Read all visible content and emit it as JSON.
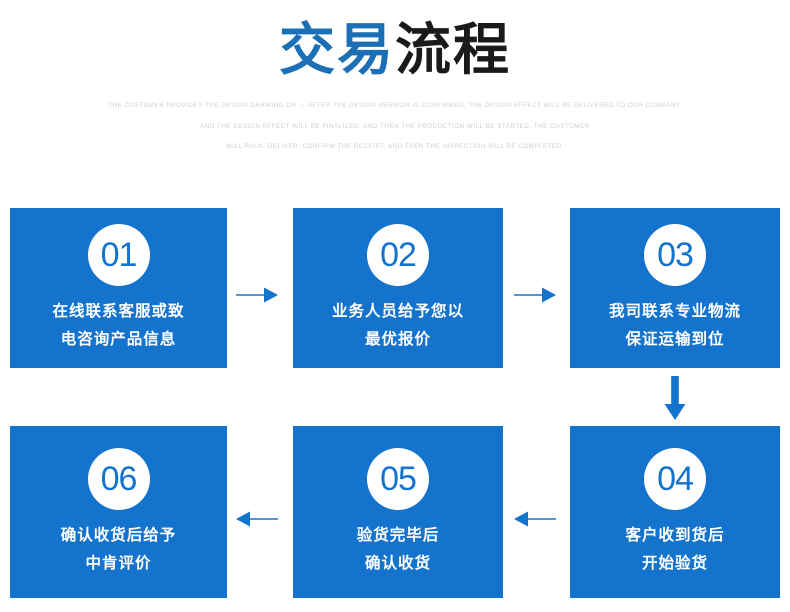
{
  "header": {
    "title_blue": "交易",
    "title_dark": "流程",
    "subtitle_lines": [
      "THE CUSTOMER PROVIDES THE DESIGN DRAWING OR → AFTER THE DESIGN VERSION IS CONFIRMED, THE DESIGN EFFECT WILL BE DELIVERED TO OUR COMPANY,",
      "AND THE DESIGN EFFECT WILL BE FINALIZED, AND THEN THE PRODUCTION WILL BE STARTED. THE CUSTOMER",
      "WILL PACK, DELIVER, CONFIRM THE RECEIPT, AND THEN THE INSPECTION WILL BE COMPLETED."
    ]
  },
  "colors": {
    "brand_blue": "#1473cc",
    "title_blue": "#1b6fb5",
    "arrow_blue": "#1473cc",
    "subtitle_gray": "#cfcfcf"
  },
  "steps": [
    {
      "number": "01",
      "line1": "在线联系客服或致",
      "line2": "电咨询产品信息"
    },
    {
      "number": "02",
      "line1": "业务人员给予您以",
      "line2": "最优报价"
    },
    {
      "number": "03",
      "line1": "我司联系专业物流",
      "line2": "保证运输到位"
    },
    {
      "number": "06",
      "line1": "确认收货后给予",
      "line2": "中肯评价"
    },
    {
      "number": "05",
      "line1": "验货完毕后",
      "line2": "确认收货"
    },
    {
      "number": "04",
      "line1": "客户收到货后",
      "line2": "开始验货"
    }
  ],
  "arrows": [
    {
      "name": "arrow-right-step1-to-step2",
      "direction": "right"
    },
    {
      "name": "arrow-right-step2-to-step3",
      "direction": "right"
    },
    {
      "name": "arrow-down-step3-to-step4",
      "direction": "down"
    },
    {
      "name": "arrow-left-step4-to-step5",
      "direction": "left"
    },
    {
      "name": "arrow-left-step5-to-step6",
      "direction": "left"
    }
  ]
}
